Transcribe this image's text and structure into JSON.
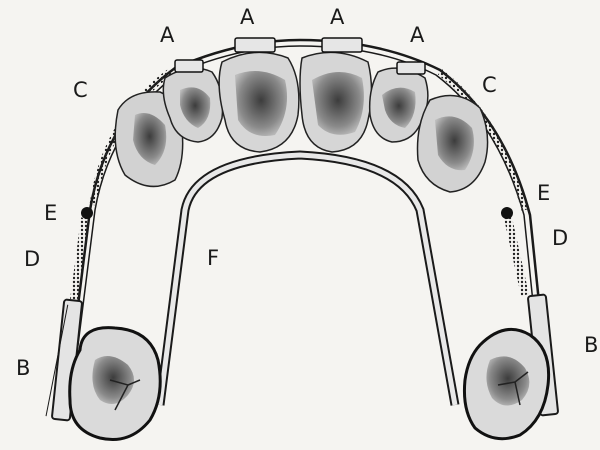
{
  "labels": {
    "a1": "A",
    "a2": "A",
    "a3": "A",
    "a4": "A",
    "c_left": "C",
    "c_right": "C",
    "e_left": "E",
    "e_right": "E",
    "d_left": "D",
    "d_right": "D",
    "b_left": "B",
    "b_right": "B",
    "f": "F"
  },
  "colors": {
    "ink": "#1a1a1a",
    "tooth_fill": "#d6d6d6",
    "tooth_shade": "#5a5a5a",
    "paper": "#f5f4f1"
  }
}
